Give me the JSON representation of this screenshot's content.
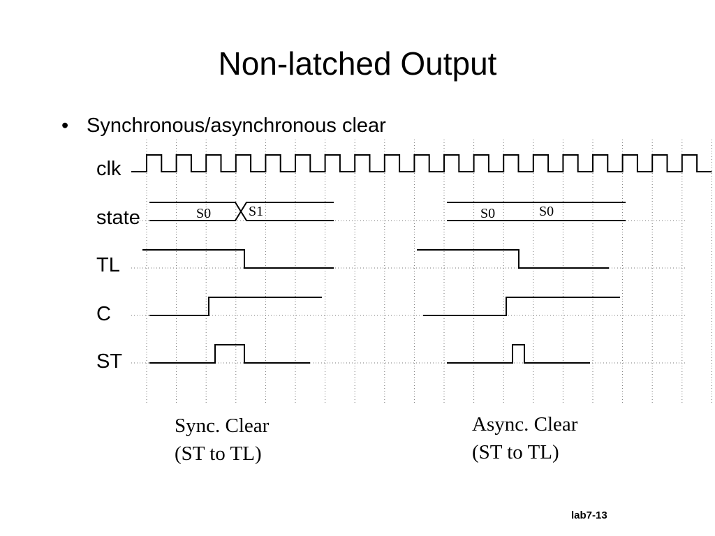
{
  "slide": {
    "title": "Non-latched Output",
    "bullet": "Synchronous/asynchronous clear",
    "footer": "lab7-13"
  },
  "signals": {
    "clk": "clk",
    "state": "state",
    "tl": "TL",
    "c": "C",
    "st": "ST"
  },
  "state_values": {
    "sync_s0": "S0",
    "sync_s1": "S1",
    "async_s0_a": "S0",
    "async_s0_b": "S0"
  },
  "captions": {
    "sync_line1": "Sync. Clear",
    "sync_line2": "(ST to TL)",
    "async_line1": "Async. Clear",
    "async_line2": "(ST to TL)"
  }
}
